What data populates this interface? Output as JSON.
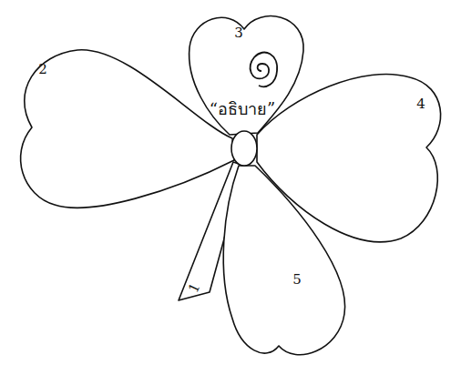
{
  "diagram": {
    "labels": [
      "1",
      "2",
      "3",
      "4",
      "5",
      "“อธิบาย”"
    ]
  }
}
